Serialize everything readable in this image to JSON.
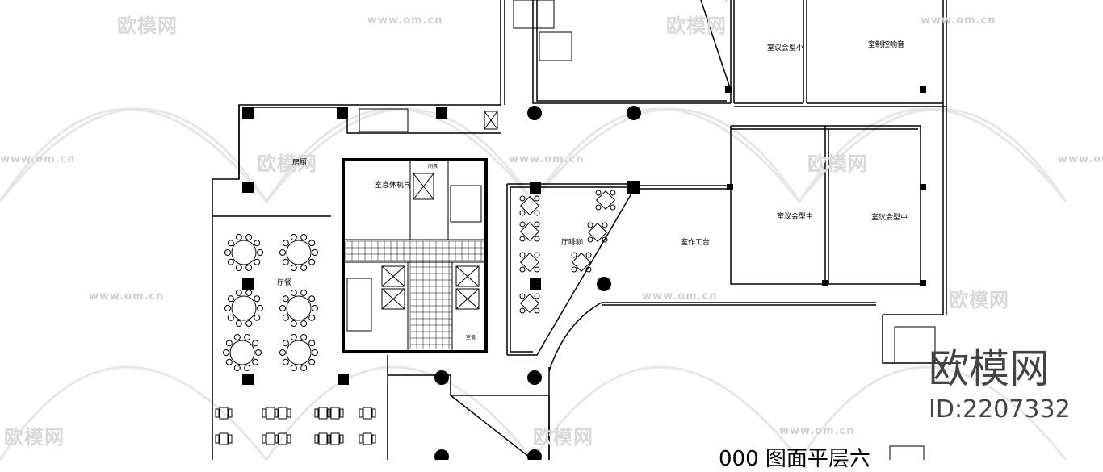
{
  "watermark": {
    "brand": "欧模网",
    "url": "www.om.cn",
    "id_text": "ID:2207332"
  },
  "rooms": {
    "kitchen": "房厨",
    "driver_lounge": "室息休机司",
    "storage": "间具",
    "banquet": "厅餐",
    "cafe": "厅啡咖",
    "stage_room": "室作工台",
    "small_meeting": "室议会型小",
    "sound_control": "室制控响音",
    "medium_meeting_1": "室议会型中",
    "medium_meeting_2": "室议会型中",
    "duty": "室值"
  },
  "drawing_title": "000  图面平层六"
}
